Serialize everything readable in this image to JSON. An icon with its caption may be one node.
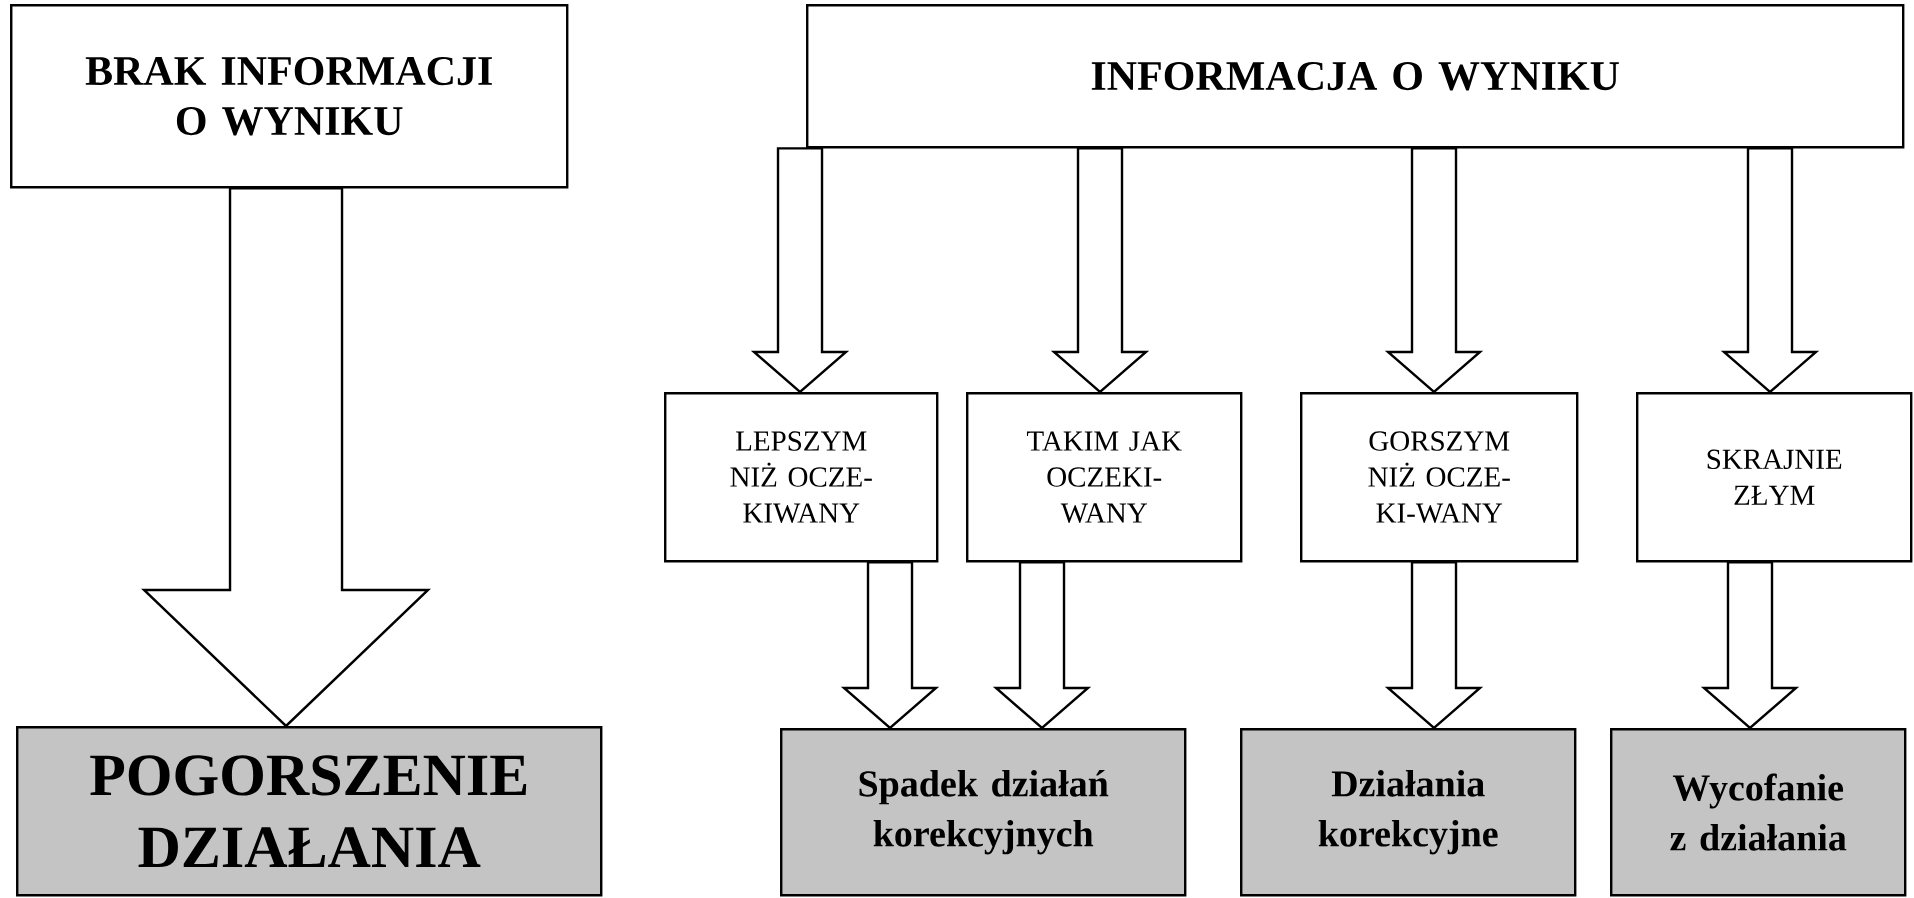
{
  "diagram": {
    "nodes": [
      {
        "text": [
          "BRAK INFORMACJI O WYNIKU"
        ]
      },
      {
        "text": [
          "INFORMACJA O WYNIKU"
        ]
      },
      {
        "text": [
          "LEPSZYM NIŻ OCZE-KIWANY"
        ]
      },
      {
        "text": [
          "TAKIM JAK OCZEKI-WANY"
        ]
      },
      {
        "text": [
          "GORSZYM NIŻ OCZE-KI-WANY"
        ]
      },
      {
        "text": [
          "SKRAJNIE ZŁYM"
        ]
      },
      {
        "text": [
          "POGORSZENIE DZIAŁANIA"
        ]
      },
      {
        "text": [
          "Spadek działań korekcyjnych"
        ]
      },
      {
        "text": [
          "Działania korekcyjne"
        ]
      },
      {
        "text": [
          "Wycofanie z działania"
        ]
      }
    ],
    "edges": [
      {
        "from": 0,
        "to": 6,
        "arrow": "to"
      },
      {
        "from": 1,
        "to": 2,
        "arrow": "to"
      },
      {
        "from": 1,
        "to": 3,
        "arrow": "to"
      },
      {
        "from": 1,
        "to": 4,
        "arrow": "to"
      },
      {
        "from": 1,
        "to": 5,
        "arrow": "to"
      },
      {
        "from": 2,
        "to": 7,
        "arrow": "to"
      },
      {
        "from": 3,
        "to": 7,
        "arrow": "to"
      },
      {
        "from": 4,
        "to": 8,
        "arrow": "to"
      },
      {
        "from": 5,
        "to": 9,
        "arrow": "to"
      }
    ]
  }
}
